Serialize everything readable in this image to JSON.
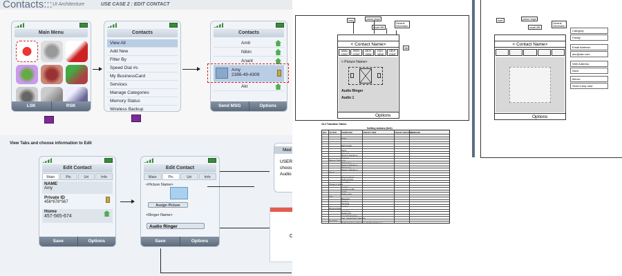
{
  "header": {
    "title": "Contacts:::",
    "subtitle": "UI Architecture",
    "use_case": "USE CASE 2 : EDIT CONTACT"
  },
  "instruction": "View Tabs and choose information to Edit",
  "main_menu": {
    "title": "Main Menu",
    "lsk": "LSK",
    "rsk": "RSK"
  },
  "contacts_menu": {
    "title": "Contacts",
    "items": [
      "View All",
      "Add New",
      "Filter By",
      "Speed Dial #s",
      "My BusinessCard",
      "Services",
      "Manage Categories",
      "Memory Status",
      "Wireless Backup"
    ]
  },
  "contacts_list": {
    "title": "Contacts",
    "items": [
      "Amit",
      "Nibin",
      "Anant",
      "Akr"
    ],
    "selected_name": "Amy",
    "selected_number": "2386-49-4309",
    "softkey_left": "Send MSG",
    "softkey_right": "Options"
  },
  "edit_contact_1": {
    "title": "Edit Contact",
    "tabs": [
      "Main",
      "Pic",
      "Uri",
      "Info"
    ],
    "name_label": "NAME",
    "name_value": "Amy",
    "private_label": "Private ID",
    "private_value": "456*678*567",
    "home_label": "Home",
    "home_value": "457-565-674",
    "softkey_left": "Save",
    "softkey_right": "Options"
  },
  "edit_contact_2": {
    "title": "Edit Contact",
    "tabs": [
      "Main",
      "Pic",
      "Uri",
      "Info"
    ],
    "picture_label": "<Picture Name>",
    "assign_picture": "Assign Picture",
    "ringer_label": "<Ringer Name>",
    "audio_ringer": "Audio Ringer",
    "softkey_left": "Save",
    "softkey_right": "Options"
  },
  "popup_partial": {
    "title": "Med",
    "lines": [
      "USER",
      "choos",
      "Audio"
    ]
  },
  "dialog_partial": {
    "text": "C"
  },
  "wireframe_mid": {
    "labels": [
      "main",
      "picture ringer",
      "email URL",
      "General Information",
      "title"
    ],
    "contact_header": "< Contact Name>",
    "buttons": [
      "MAIN CONT",
      "PREV CONT",
      "NEXT VIEW",
      "EDIT VIEW",
      "HELP CONT"
    ],
    "picture_label": "< Picture Name>",
    "audio_ringer": "Audio Ringer",
    "audio_value": "Audio 1",
    "options": "Options"
  },
  "table": {
    "caption": "23.2  Transition Tables",
    "subcaption": "Softkey Actions (list1)",
    "headers": [
      "KEY",
      "ACTION",
      "CONDITION",
      "TARGET VIEW",
      "TARGET INSTANCE",
      "COMMAND"
    ],
    "row_texts": [
      "",
      "MAIN",
      "",
      "",
      "Edit Contact",
      "",
      "Name",
      "Personal",
      "Memory Number is",
      "Message",
      "Memory Number is",
      "Picture Key",
      "Memory Number is",
      "Private Key",
      "Memory Number is",
      "Email",
      "",
      "Ringtone/Dual",
      "Dodo Number",
      "Send Nine",
      "Private IC Email",
      "Contact",
      "Number is URL",
      "Visible",
      "Picture Only",
      "Call",
      "Bluetooth",
      "Number",
      "Personal",
      "Contact",
      "Ringtone/Dual",
      "Send Key",
      "Media Only",
      "HomeMedia/policy",
      "Call_TransferCall_ViewOnly",
      "MediaIDV",
      "MyMediaLibrary_DialogBox.phix/MediaManager"
    ]
  },
  "wireframe_right": {
    "contact_header": "< Contact Name>",
    "options": "Options",
    "labels": [
      "main",
      "picture ringer",
      "email URL",
      "General Information",
      "title"
    ],
    "side": [
      {
        "label": "Category:"
      },
      {
        "label": "Family"
      },
      {
        "label": "Email Address:"
      },
      {
        "label": "abc@abc.com"
      },
      {
        "label": "Web Address:"
      },
      {
        "label": "None"
      },
      {
        "label": "Memo:"
      },
      {
        "label": "Send b-day card"
      }
    ]
  }
}
